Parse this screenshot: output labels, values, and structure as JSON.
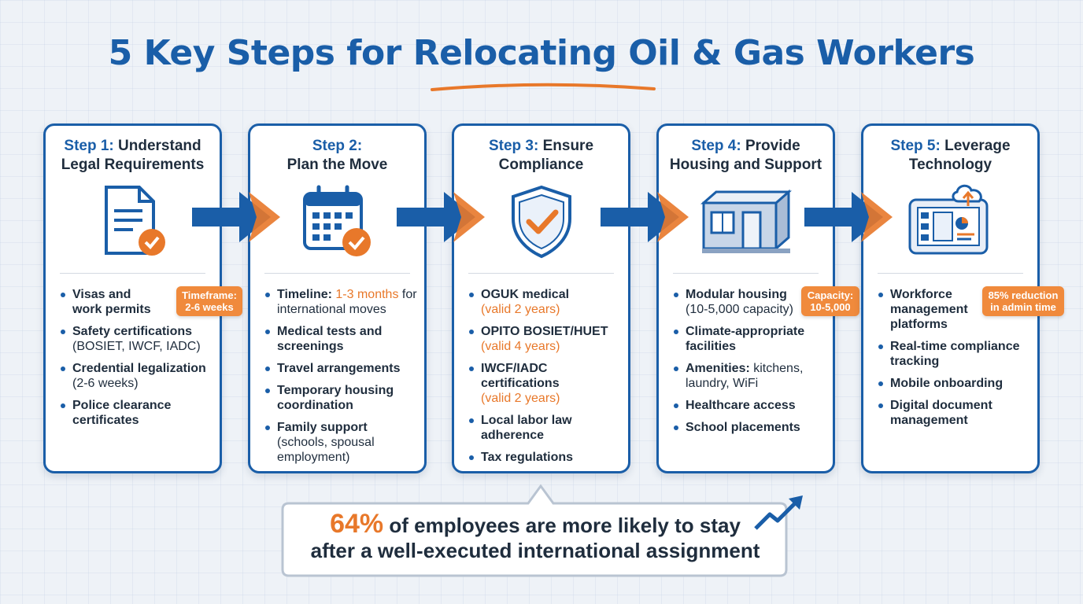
{
  "title": "5 Key Steps for Relocating Oil & Gas Workers",
  "colors": {
    "primary": "#1a5ea8",
    "accent": "#e8782a",
    "badge": "#f08a3c"
  },
  "steps": [
    {
      "label": "Step 1:",
      "title_line1": "Understand",
      "title_line2": "Legal Requirements",
      "icon": "document-check-icon",
      "badge": {
        "line1": "Timeframe:",
        "line2": "2-6 weeks"
      },
      "bullets": [
        {
          "bold": "Visas and work permits"
        },
        {
          "bold": "Safety certifications",
          "normal": "(BOSIET, IWCF, IADC)"
        },
        {
          "bold": "Credential legalization",
          "normal": "(2-6 weeks)"
        },
        {
          "bold": "Police clearance certificates"
        }
      ]
    },
    {
      "label": "Step 2:",
      "title_line1": "",
      "title_line2": "Plan the Move",
      "icon": "calendar-check-icon",
      "bullets": [
        {
          "bold": "Timeline:",
          "orange": "1-3 months",
          "normal": "for international moves"
        },
        {
          "bold": "Medical tests and screenings"
        },
        {
          "bold": "Travel arrangements"
        },
        {
          "bold": "Temporary housing coordination"
        },
        {
          "bold": "Family support",
          "normal": "(schools, spousal employment)"
        }
      ]
    },
    {
      "label": "Step 3:",
      "title_line1": "Ensure",
      "title_line2": "Compliance",
      "icon": "shield-check-icon",
      "bullets": [
        {
          "bold": "OGUK medical",
          "orange": "(valid 2 years)"
        },
        {
          "bold": "OPITO BOSIET/HUET",
          "orange": "(valid 4 years)"
        },
        {
          "bold": "IWCF/IADC certifications",
          "orange": "(valid 2 years)"
        },
        {
          "bold": "Local labor law adherence"
        },
        {
          "bold": "Tax regulations"
        }
      ]
    },
    {
      "label": "Step 4:",
      "title_line1": "Provide",
      "title_line2": "Housing and Support",
      "icon": "modular-housing-icon",
      "badge": {
        "line1": "Capacity:",
        "line2": "10-5,000"
      },
      "bullets": [
        {
          "bold": "Modular housing",
          "normal": "(10-5,000 capacity)"
        },
        {
          "bold": "Climate-appropriate facilities"
        },
        {
          "bold": "Amenities:",
          "normal": "kitchens, laundry, WiFi"
        },
        {
          "bold": "Healthcare access"
        },
        {
          "bold": "School placements"
        }
      ]
    },
    {
      "label": "Step 5:",
      "title_line1": "Leverage",
      "title_line2": "Technology",
      "icon": "cloud-dashboard-icon",
      "badge": {
        "line1": "85% reduction",
        "line2": "in admin time"
      },
      "bullets": [
        {
          "bold": "Workforce management platforms"
        },
        {
          "bold": "Real-time compliance tracking"
        },
        {
          "bold": "Mobile onboarding"
        },
        {
          "bold": "Digital document management"
        }
      ]
    }
  ],
  "callout": {
    "percent": "64%",
    "line1_rest": "of employees are more likely to stay",
    "line2": "after a well-executed international assignment"
  }
}
